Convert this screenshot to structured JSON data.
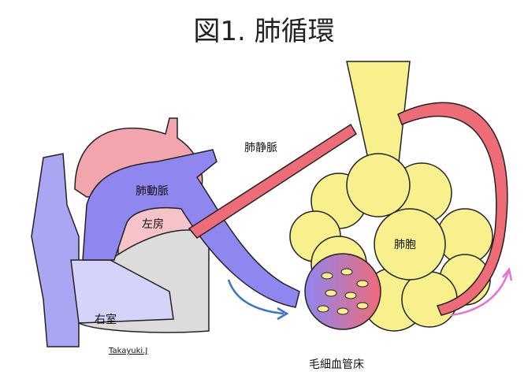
{
  "title": "図1. 肺循環",
  "labels": {
    "pulmonary_vein": "肺静脈",
    "pulmonary_artery": "肺動脈",
    "left_atrium": "左房",
    "right_ventricle": "右室",
    "alveolus": "肺胞",
    "capillary_bed": "毛細血管床"
  },
  "signature": "Takayuki.J",
  "colors": {
    "venous_purple": "#8f86f0",
    "heart_pink": "#f2a5ad",
    "vein_red": "#ee6b78",
    "alveoli_yellow": "#f7f08c",
    "flow_arrow_blue": "#3a74c4",
    "flow_arrow_pink": "#e86fd8"
  }
}
